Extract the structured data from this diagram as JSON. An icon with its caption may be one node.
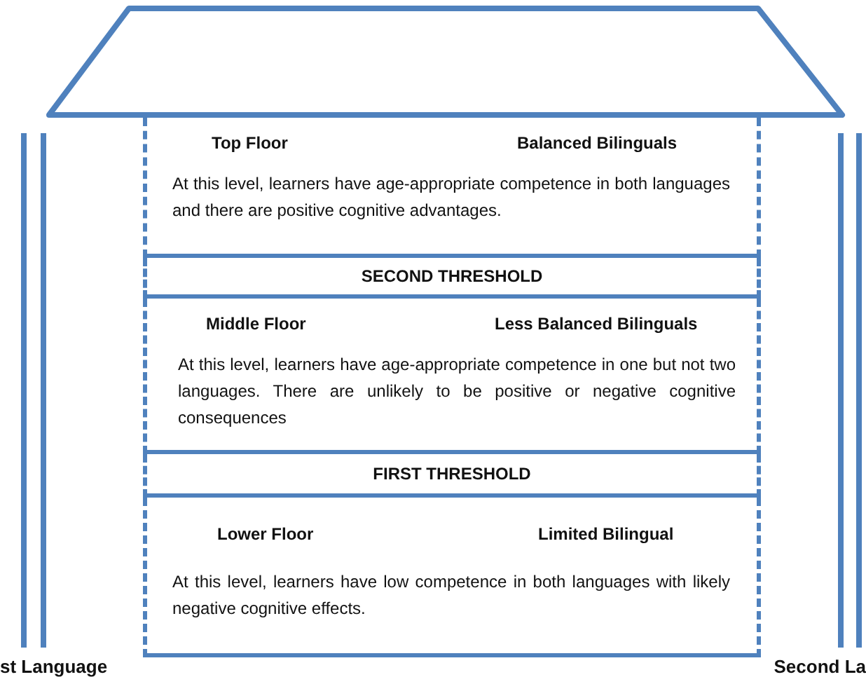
{
  "diagram": {
    "nodes": [
      {
        "text": [],
        "shape": "trapezoid"
      },
      {
        "text": [
          "Top Floor",
          "Balanced Bilinguals",
          "At this level, learners have age-appropriate competence in both languages and there are positive cognitive advantages."
        ]
      },
      {
        "text": [
          "SECOND THRESHOLD"
        ]
      },
      {
        "text": [
          "Middle Floor",
          "Less Balanced Bilinguals",
          "At this level, learners have age-appropriate competence in one but not two languages. There are unlikely to be positive or negative cognitive consequences"
        ]
      },
      {
        "text": [
          "FIRST THRESHOLD"
        ]
      },
      {
        "text": [
          "Lower Floor",
          "Limited Bilingual",
          "At this level, learners have low competence in both languages with likely negative cognitive effects."
        ]
      }
    ],
    "labels": [
      "st Language",
      "Second La"
    ]
  }
}
